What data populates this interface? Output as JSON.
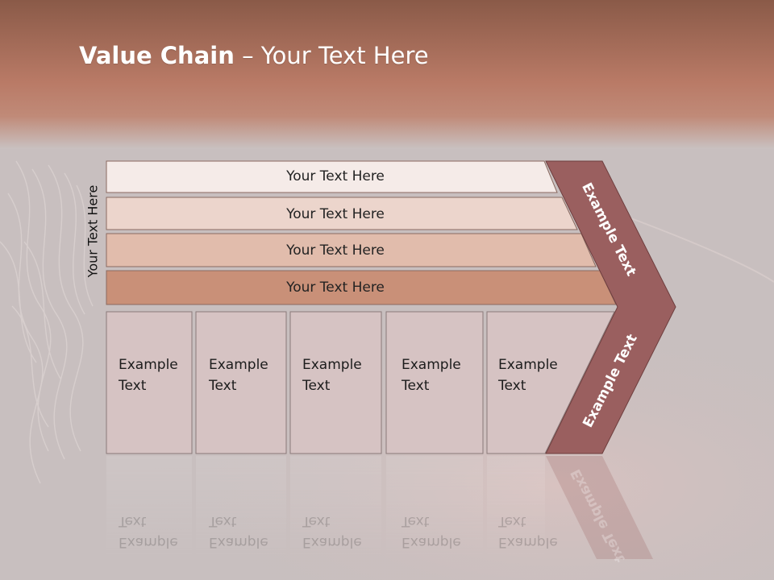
{
  "slide": {
    "title_bold": "Value Chain",
    "title_rest": " – Your Text Here",
    "side_label": "Your Text Here"
  },
  "bands": [
    {
      "label": "Your Text Here",
      "color": "#f5ebe8"
    },
    {
      "label": "Your Text Here",
      "color": "#ecd5cc"
    },
    {
      "label": "Your Text Here",
      "color": "#e1bcac"
    },
    {
      "label": "Your Text Here",
      "color": "#c99078"
    }
  ],
  "activities": [
    {
      "line1": "Example",
      "line2": "Text"
    },
    {
      "line1": "Example",
      "line2": "Text"
    },
    {
      "line1": "Example",
      "line2": "Text"
    },
    {
      "line1": "Example",
      "line2": "Text"
    },
    {
      "line1": "Example",
      "line2": "Text"
    }
  ],
  "chevron": {
    "upper_label": "Example Text",
    "lower_label": "Example Text",
    "color": "#9a5f5f"
  },
  "colors": {
    "header": "#b97a66",
    "cell_fill": "#d6c3c3",
    "background": "#c9c1c1"
  }
}
